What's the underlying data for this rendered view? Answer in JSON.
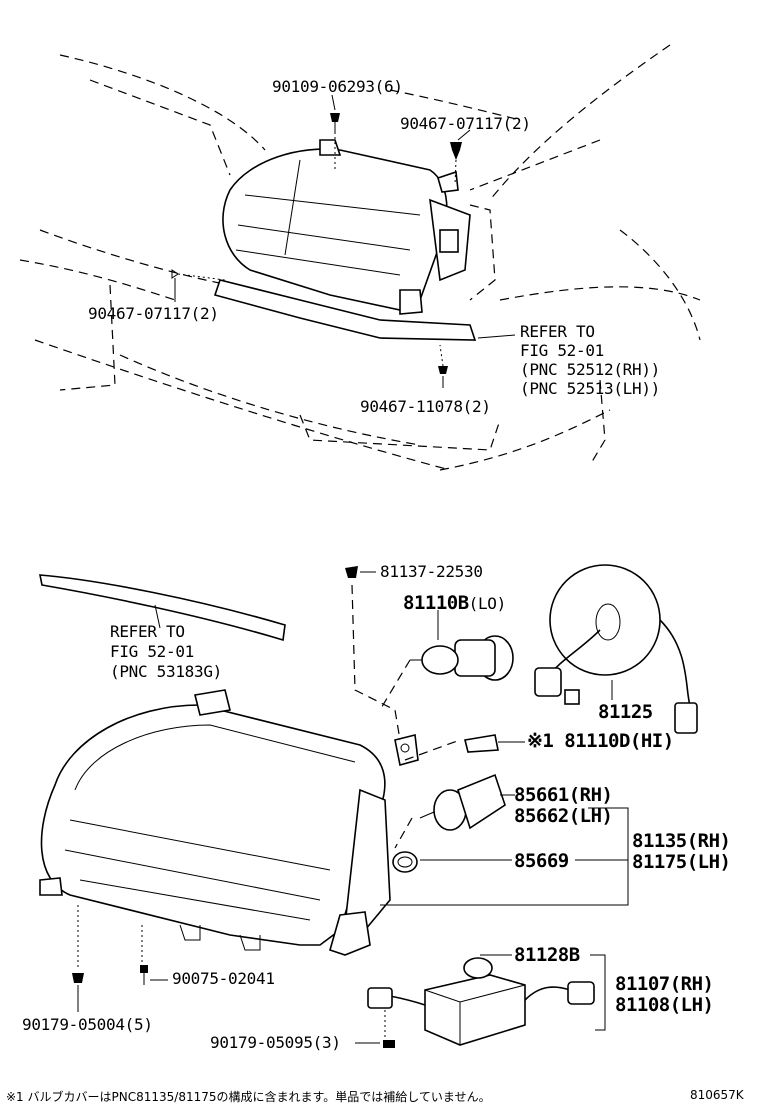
{
  "top_view": {
    "p_90109": "90109-06293(6)",
    "p_90467_top": "90467-07117(2)",
    "p_90467_left": "90467-07117(2)",
    "refer_1": "REFER TO",
    "refer_2": "FIG 52-01",
    "refer_3": "(PNC 52512(RH))",
    "refer_4": "(PNC 52513(LH))",
    "p_90467_11078": "90467-11078(2)"
  },
  "bottom_view": {
    "p_81137": "81137-22530",
    "p_81110b": "81110B",
    "p_81110b_suffix": "(LO)",
    "refer_1": "REFER TO",
    "refer_2": "FIG 52-01",
    "refer_3": "(PNC 53183G)",
    "p_81125": "81125",
    "p_81110d": "※1 81110D(HI)",
    "p_85661": "85661(RH)",
    "p_85662": "85662(LH)",
    "p_81135": "81135(RH)",
    "p_81175": "81175(LH)",
    "p_85669": "85669",
    "p_90075": "90075-02041",
    "p_81128b": "81128B",
    "p_81107": "81107(RH)",
    "p_81108": "81108(LH)",
    "p_90179_005": "90179-05004(5)",
    "p_90179_095": "90179-05095(3)"
  },
  "footer": {
    "note": "※1 バルブカバーはPNC81135/81175の構成に含まれます。単品では補給していません。",
    "code": "810657K"
  }
}
